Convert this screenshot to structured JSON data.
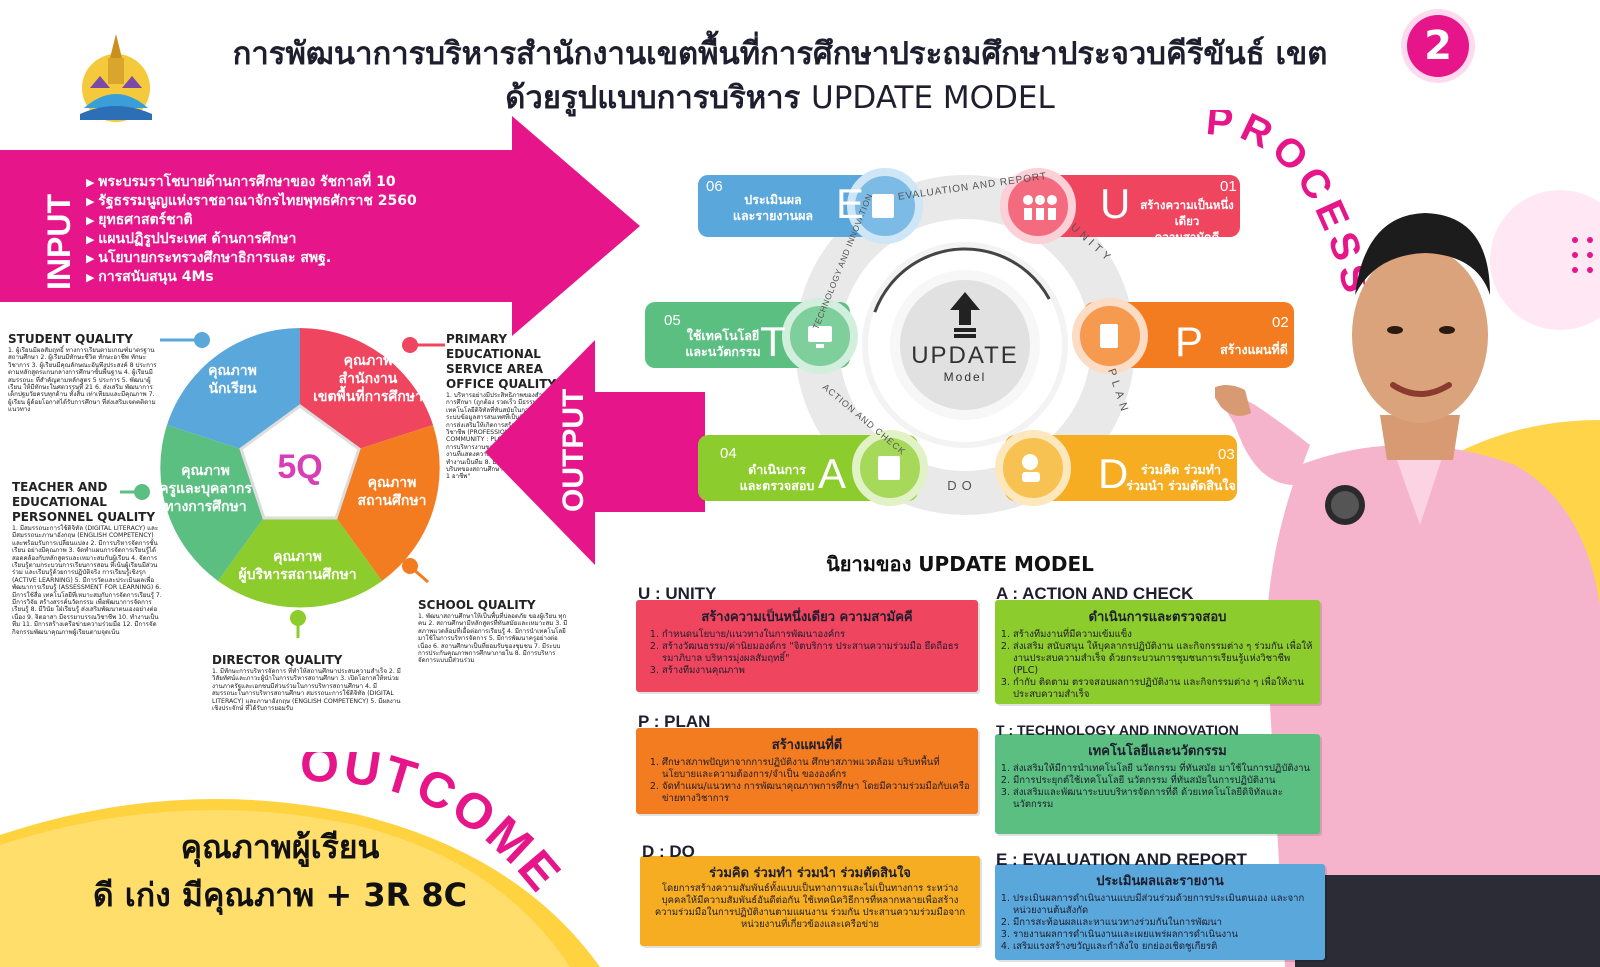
{
  "header": {
    "title_line1": "การพัฒนาการบริหารสำนักงานเขตพื้นที่การศึกษาประถมศึกษาประจวบคีรีขันธ์ เขต",
    "title_line2_th": "ด้วยรูปแบบการบริหาร",
    "title_line2_model": "UPDATE MODEL",
    "district_number": "2"
  },
  "input": {
    "label": "INPUT",
    "items": [
      "พระบรมราโชบายด้านการศึกษาของ รัชกาลที่ 10",
      "รัฐธรรมนูญแห่งราชอาณาจักรไทยพุทธศักราช 2560",
      "ยุทธศาสตร์ชาติ",
      "แผนปฏิรูปประเทศ ด้านการศึกษา",
      "นโยบายกระทรวงศึกษาธิการและ สพฐ.",
      "การสนับสนุน 4Ms"
    ]
  },
  "output": {
    "label": "OUTPUT"
  },
  "five_q": {
    "center": "5Q",
    "segments": {
      "student": "คุณภาพ|นักเรียน",
      "office": "คุณภาพ|สำนักงาน|เขตพื้นที่การศึกษา",
      "school": "คุณภาพ|สถานศึกษา",
      "director": "คุณภาพ|ผู้บริหารสถานศึกษา",
      "teacher": "คุณภาพ|ครูและบุคลากร|ทางการศึกษา"
    },
    "student_quality": {
      "heading": "STUDENT QUALITY",
      "text": "1. ผู้เรียนมีผลสัมฤทธิ์ ทางการเรียนตามเกณฑ์มาตรฐานสถานศึกษา 2. ผู้เรียนมีทักษะชีวิต ทักษะอาชีพ ทักษะวิชาการ 3. ผู้เรียนมีคุณลักษณะอันพึงประสงค์ 8 ประการ ตามหลักสูตรแกนกลางการศึกษาขั้นพื้นฐาน 4. ผู้เรียนมีสมรรถนะ ที่สำคัญตามหลักสูตร 5 ประการ 5. พัฒนาผู้เรียน ให้มีทักษะในศตวรรษที่ 21 6. ส่งเสริม พัฒนาการ เด็กปฐมวัยครบทุกด้าน ทั้งสิ้น เท่าเทียมและมีคุณภาพ 7. ผู้เรียน ผู้ด้อยโอกาสได้รับการศึกษา ที่ส่งเสริมเจตคติตามแนวทาง"
    },
    "teacher_quality": {
      "heading": "TEACHER AND EDUCATIONAL PERSONNEL QUALITY",
      "text": "1. มีสมรรถนะการใช้ดิจิทัล (DIGITAL LITERACY) และมีสมรรถนะภาษาอังกฤษ (ENGLISH COMPETENCY) และพร้อมรับการเปลี่ยนแปลง 2. มีการบริหารจัดการชั้นเรียน อย่างมีคุณภาพ 3. จัดทำแผนการจัดการเรียนรู้ได้สอดคล้องกับหลักสูตรและเหมาะสมกับผู้เรียน 4. จัดการเรียนรู้ตามกระบวนการเรียนการสอน ที่เน้นผู้เรียนมีส่วนร่วม และเรียนรู้ด้วยการปฏิบัติจริง การเรียนรู้เชิงรุก (ACTIVE LEARNING) 5. มีการวัดและประเมินผลเพื่อพัฒนาการเรียนรู้ (ASSESSMENT FOR LEARNING) 6. มีการใช้สื่อ เทคโนโลยีที่เหมาะสมกับการจัดการเรียนรู้ 7. มีการวิจัย สร้างสรรค์นวัตกรรม เพื่อพัฒนาการจัดการเรียนรู้ 8. มีวินัย ใฝ่เรียนรู้ ส่งเสริมพัฒนาตนเองอย่างต่อเนื่อง 9. จิตอาสา มีจรรยาบรรณวิชาชีพ 10. ทำงานเป็นทีม 11. มีการสร้างเครือข่ายความร่วมมือ 12. มีการจัดกิจกรรมพัฒนาคุณภาพผู้เรียนตามจุดเน้น"
    },
    "director_quality": {
      "heading": "DIRECTOR QUALITY",
      "text": "1. มีทักษะการบริหารจัดการ ที่ทำให้สถานศึกษาประสบความสำเร็จ 2. มีวิสัยทัศน์และภาวะผู้นำในการบริหารสถานศึกษา 3. เปิดโอกาสให้หน่วยงานภาครัฐและเอกชนมีส่วนร่วมในการบริหารสถานศึกษา 4. มีสมรรถนะในการบริหารสถานศึกษา สมรรถนะการใช้ดิจิทัล (DIGITAL LITERACY) และภาษาอังกฤษ (ENGLISH COMPETENCY) 5. มีผลงานเชิงประจักษ์ ที่ได้รับการยอมรับ"
    },
    "office_quality": {
      "heading": "PRIMARY EDUCATIONAL SERVICE AREA OFFICE QUALITY",
      "text": "1. บริหารอย่างมีประสิทธิภาพของสำนักงานเขตพื้นที่การศึกษา (ถูกต้อง รวดเร็ว มีธรรมาภิบาล) 2. มีเทคโนโลยีดิจิทัลที่ทันสมัยในการบริหารจัดการ 3. มีระบบข้อมูลสารสนเทศที่เป็นปัจจุบันในการบริหาร 4. การส่งเสริมให้เกิดการสร้างชุมชนการเรียนรู้ทางวิชาชีพ (PROFESSIONAL LEARNING COMMUNITY : PLC) 5. ส่งเสริม สนับสนุน กำกับดูแล การบริหารงานของสถานศึกษาให้มีคุณภาพ 6. มีผลงานที่แสดงความสำเร็จและเป็นแบบอย่างได้ 7. มีการทำงานเป็นทีม 8. มีหลักสูตรการพัฒนา ที่สอดคล้องกับบริบทของสถานศึกษา \"1 ตัวแทน 1 ผลผลิต 1 กิจกรรม 1 อาชีพ\""
    },
    "school_quality": {
      "heading": "SCHOOL QUALITY",
      "text": "1. พัฒนาสถานศึกษาให้เป็นพื้นที่ปลอดภัย ของผู้เรียน ทุกคน 2. สถานศึกษามีหลักสูตรที่ทันสมัยและเหมาะสม 3. มีสภาพแวดล้อมที่เอื้อต่อการเรียนรู้ 4. มีการนำเทคโนโลยีมาใช้ในการบริหารจัดการ 5. มีการพัฒนาครูอย่างต่อเนื่อง 6. สถานศึกษาเป็นที่ยอมรับของชุมชน 7. มีระบบการประกันคุณภาพการศึกษาภายใน 8. มีการบริหารจัดการแบบมีส่วนร่วม"
    }
  },
  "process": {
    "label": "PROCESS",
    "center_title": "UPDATE",
    "center_subtitle": "Model",
    "ring_labels": {
      "top": "EVALUATION AND REPORT",
      "right": "UNITY",
      "right_lower": "PLAN",
      "bottom": "DO",
      "left_lower": "ACTION AND CHECK",
      "left": "TECHNOLOGY AND INNOVATION"
    },
    "steps": [
      {
        "num": "01",
        "letter": "U",
        "text": "สร้างความเป็นหนึ่งเดียว|ความสามัคคี",
        "color": "#f0455e"
      },
      {
        "num": "02",
        "letter": "P",
        "text": "สร้างแผนที่ดี",
        "color": "#f47c20"
      },
      {
        "num": "03",
        "letter": "D",
        "text": "ร่วมคิด ร่วมทำ|ร่วมนำ ร่วมตัดสินใจ",
        "color": "#f6ad22"
      },
      {
        "num": "04",
        "letter": "A",
        "text": "ดำเนินการ|และตรวจสอบ",
        "color": "#8ccc2c"
      },
      {
        "num": "05",
        "letter": "T",
        "text": "ใช้เทคโนโลยี|และนวัตกรรม",
        "color": "#5bbf82"
      },
      {
        "num": "06",
        "letter": "E",
        "text": "ประเมินผล|และรายงานผล",
        "color": "#5aa7db"
      }
    ]
  },
  "definitions": {
    "title": "นิยามของ  UPDATE MODEL",
    "unity": {
      "head": "U : UNITY",
      "sub": "สร้างความเป็นหนึ่งเดียว ความสามัคคี",
      "items": [
        "กำหนดนโยบาย/แนวทางในการพัฒนาองค์กร",
        "สร้างวัฒนธรรม/ค่านิยมองค์กร \"จิตบริการ ประสานความร่วมมือ ยึดถือธรรมาภิบาล บริหารมุ่งผลสัมฤทธิ์\"",
        "สร้างทีมงานคุณภาพ"
      ]
    },
    "plan": {
      "head": "P : PLAN",
      "sub": "สร้างแผนที่ดี",
      "items": [
        "ศึกษาสภาพปัญหาจากการปฏิบัติงาน ศึกษาสภาพแวดล้อม บริบทพื้นที่ นโยบายและความต้องการ/จำเป็น ขององค์กร",
        "จัดทำแผน/แนวทาง การพัฒนาคุณภาพการศึกษา โดยมีความร่วมมือกับเครือข่ายทางวิชาการ"
      ]
    },
    "do": {
      "head": "D : DO",
      "sub": "ร่วมคิด ร่วมทำ ร่วมนำ ร่วมตัดสินใจ",
      "text": "โดยการสร้างความสัมพันธ์ทั้งแบบเป็นทางการและไม่เป็นทางการ ระหว่างบุคคลให้มีความสัมพันธ์อันดีต่อกัน ใช้เทคนิควิธีการที่หลากหลายเพื่อสร้างความร่วมมือในการปฏิบัติงานตามแผนงาน ร่วมกัน ประสานความร่วมมือจากหน่วยงานที่เกี่ยวข้องและเครือข่าย"
    },
    "action": {
      "head": "A : ACTION AND CHECK",
      "sub": "ดำเนินการและตรวจสอบ",
      "items": [
        "สร้างทีมงานที่มีความเข้มแข็ง",
        "ส่งเสริม สนับสนุน ให้บุคลากรปฏิบัติงาน และกิจกรรมต่าง ๆ ร่วมกัน เพื่อให้งานประสบความสำเร็จ ด้วยกระบวนการชุมชนการเรียนรู้แห่งวิชาชีพ (PLC)",
        "กำกับ ติดตาม ตรวจสอบผลการปฏิบัติงาน และกิจกรรมต่าง ๆ เพื่อให้งานประสบความสำเร็จ"
      ]
    },
    "tech": {
      "head": "T : TECHNOLOGY AND INNOVATION",
      "sub": "เทคโนโลยีและนวัตกรรม",
      "items": [
        "ส่งเสริมให้มีการนำเทคโนโลยี นวัตกรรม ที่ทันสมัย มาใช้ในการปฏิบัติงาน",
        "มีการประยุกต์ใช้เทคโนโลยี นวัตกรรม ที่ทันสมัยในการปฏิบัติงาน",
        "ส่งเสริมและพัฒนาระบบบริหารจัดการที่ดี ด้วยเทคโนโลยีดิจิทัลและนวัตกรรม"
      ]
    },
    "eval": {
      "head": "E : EVALUATION AND REPORT",
      "sub": "ประเมินผลและรายงาน",
      "items": [
        "ประเมินผลการดำเนินงานแบบมีส่วนร่วมด้วยการประเมินตนเอง และจากหน่วยงานต้นสังกัด",
        "มีการสะท้อนผลและหาแนวทางร่วมกันในการพัฒนา",
        "รายงานผลการดำเนินงานและเผยแพร่ผลการดำเนินงาน",
        "เสริมแรงสร้างขวัญและกำลังใจ ยกย่องเชิดชูเกียรติ"
      ]
    }
  },
  "outcome": {
    "label": "OUTCOME",
    "line1": "คุณภาพผู้เรียน",
    "line2": "ดี เก่ง มีคุณภาพ + 3R 8C"
  },
  "colors": {
    "magenta": "#e6168a",
    "unity_red": "#f0455e",
    "plan_orange": "#f47c20",
    "do_yellow": "#f6ad22",
    "action_green": "#8ccc2c",
    "tech_green": "#5bbf82",
    "eval_blue": "#5aa7db",
    "outcome_yellow": "#ffd23f"
  }
}
